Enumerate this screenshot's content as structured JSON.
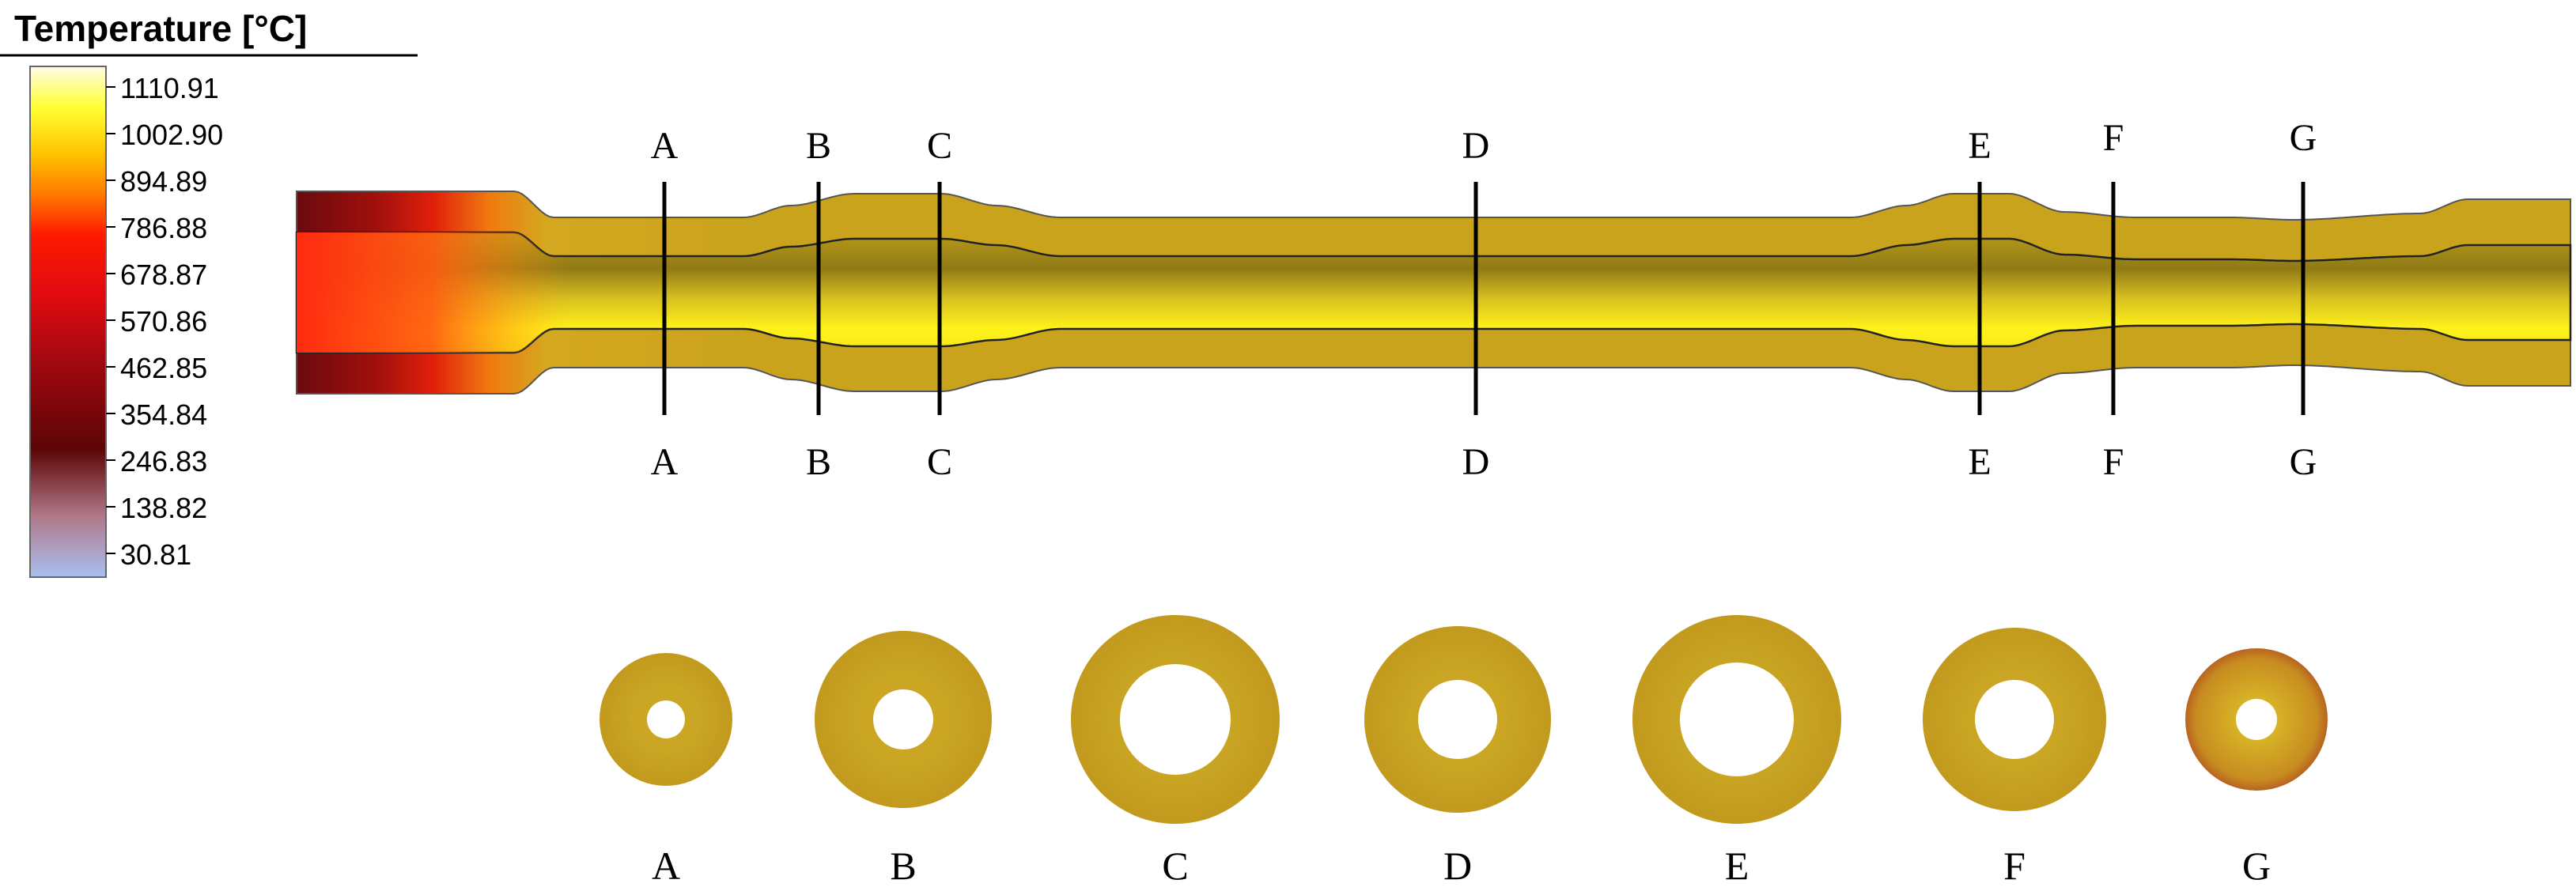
{
  "legend": {
    "title": "Temperature [°C]",
    "ticks": [
      "1110.91",
      "1002.90",
      "894.89",
      "786.88",
      "678.87",
      "570.86",
      "462.85",
      "354.84",
      "246.83",
      "138.82",
      "30.81"
    ]
  },
  "sections": [
    "A",
    "B",
    "C",
    "D",
    "E",
    "F",
    "G"
  ],
  "colors": {
    "tube_gold": "#c8a21c",
    "hot_yellow": "#fff21a",
    "dark_red": "#7a0a08",
    "cold_blue": "#a8c0f0",
    "section_line": "#000000"
  }
}
